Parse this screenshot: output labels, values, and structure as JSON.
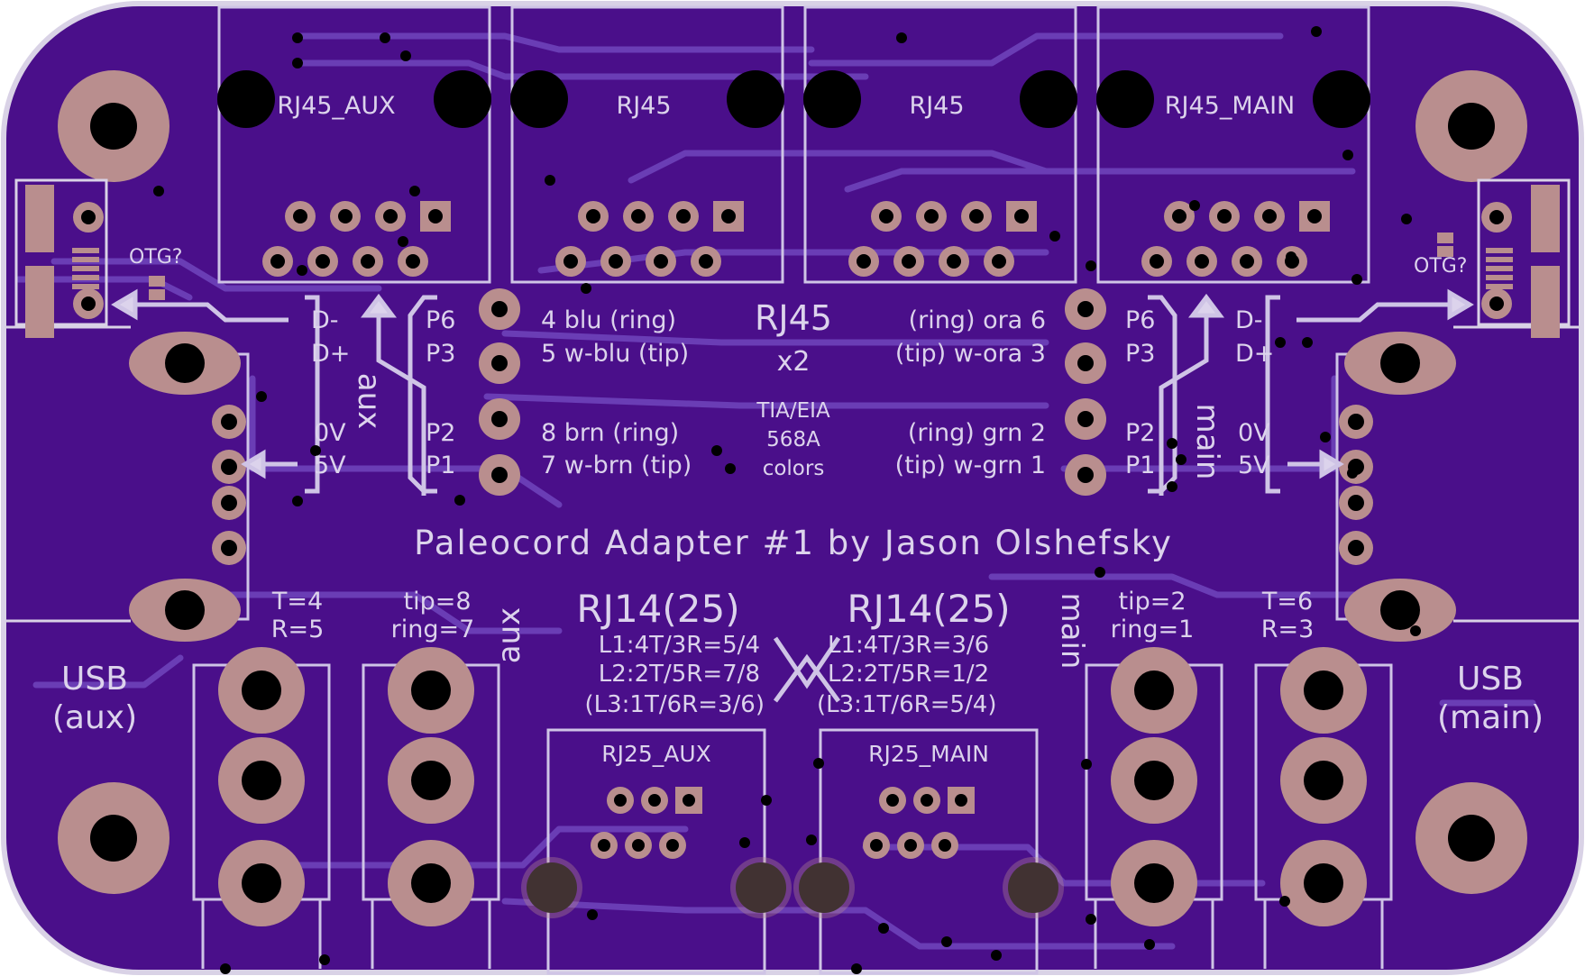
{
  "board": {
    "colors": {
      "board": "#4a0f8a",
      "trace": "#6a3db5",
      "silk": "#dcd3ec",
      "pad": "#b98e8e",
      "hole": "#000000"
    }
  },
  "connectors_top": [
    "RJ45_AUX",
    "RJ45",
    "RJ45",
    "RJ45_MAIN"
  ],
  "connectors_bottom": [
    "RJ25_AUX",
    "RJ25_MAIN"
  ],
  "left_side": {
    "otg": "OTG?",
    "d_minus": "D-",
    "d_plus": "D+",
    "zero_v": "0V",
    "five_v": "5V",
    "port_label": "aux",
    "p6": "P6",
    "p3": "P3",
    "p2": "P2",
    "p1": "P1"
  },
  "right_side": {
    "otg": "OTG?",
    "d_minus": "D-",
    "d_plus": "D+",
    "zero_v": "0V",
    "five_v": "5V",
    "port_label": "main",
    "p6": "P6",
    "p3": "P3",
    "p2": "P2",
    "p1": "P1"
  },
  "center": {
    "rj45_title": "RJ45",
    "rj45_mult": "x2",
    "standard_line1": "TIA/EIA",
    "standard_line2": "568A",
    "standard_line3": "colors",
    "left_pairs": [
      "4 blu (ring)",
      "5 w-blu (tip)",
      "8 brn (ring)",
      "7 w-brn (tip)"
    ],
    "right_pairs": [
      "(ring) ora 6",
      "(tip) w-ora 3",
      "(ring) grn 2",
      "(tip) w-grn 1"
    ]
  },
  "title": "Paleocord Adapter #1 by Jason Olshefsky",
  "usb_aux": {
    "line1": "USB",
    "line2": "(aux)"
  },
  "usb_main": {
    "line1": "USB",
    "line2": "(main)"
  },
  "jacks": {
    "aux1": {
      "line1": "T=4",
      "line2": "R=5"
    },
    "aux2": {
      "line1": "tip=8",
      "line2": "ring=7"
    },
    "main1": {
      "line1": "tip=2",
      "line2": "ring=1"
    },
    "main2": {
      "line1": "T=6",
      "line2": "R=3"
    }
  },
  "rj14_aux": {
    "side_label": "aux",
    "title": "RJ14(25)",
    "lines": [
      "L1:4T/3R=5/4",
      "L2:2T/5R=7/8",
      "(L3:1T/6R=3/6)"
    ]
  },
  "rj14_main": {
    "side_label": "main",
    "title": "RJ14(25)",
    "lines": [
      "L1:4T/3R=3/6",
      "L2:2T/5R=1/2",
      "(L3:1T/6R=5/4)"
    ]
  }
}
